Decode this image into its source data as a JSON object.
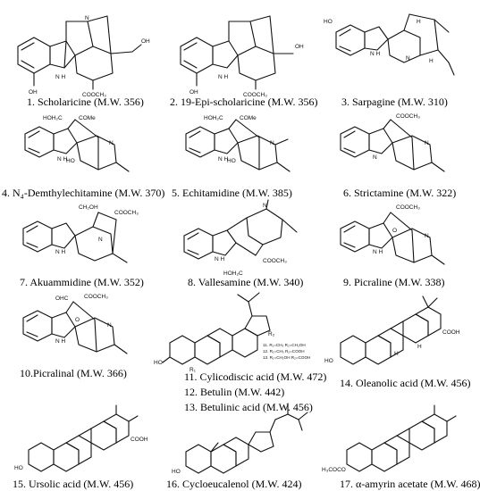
{
  "compounds": [
    {
      "id": "c1",
      "caption": "1. Scholaricine (M.W. 356)",
      "atoms": {
        "n": "N",
        "nh": "N\nH",
        "oh": "OH",
        "oh2": "OH",
        "est": "COOCH₃"
      }
    },
    {
      "id": "c2",
      "caption": "2. 19-Epi-scholaricine (M.W. 356)",
      "atoms": {
        "nh": "N\nH",
        "oh": "OH",
        "oh2": "OH",
        "est": "COOCH₃"
      }
    },
    {
      "id": "c3",
      "caption": "3. Sarpagine (M.W. 310)",
      "atoms": {
        "ho": "HO",
        "nh": "N\nH",
        "n": "N",
        "h": "H",
        "h2": "H"
      }
    },
    {
      "id": "c4",
      "caption": "4. N₄-Demthylechitamine (M.W. 370)",
      "atoms": {
        "hoh2c": "HOH₂C",
        "come": "COMe",
        "n": "N",
        "nh": "N\nH",
        "ho": "HO"
      }
    },
    {
      "id": "c5",
      "caption": "5. Echitamidine (M.W. 385)",
      "atoms": {
        "hoh2c": "HOH₂C",
        "come": "COMe",
        "n": "N",
        "nh": "N\nH",
        "ho": "HO"
      }
    },
    {
      "id": "c6",
      "caption": "6. Strictamine (M.W. 322)",
      "atoms": {
        "est": "COOCH₃",
        "n": "N",
        "n2": "N"
      }
    },
    {
      "id": "c7",
      "caption": "7. Akuammidine (M.W. 352)",
      "atoms": {
        "ch2oh": "CH₂OH",
        "est": "COOCH₃",
        "nh": "N\nH",
        "n": "N"
      }
    },
    {
      "id": "c8",
      "caption": "8. Vallesamine (M.W. 340)",
      "atoms": {
        "n": "N",
        "nh": "N\nH",
        "hoh2c": "HOH₂C",
        "est": "COOCH₃"
      }
    },
    {
      "id": "c9",
      "caption": "9. Picraline (M.W. 338)",
      "atoms": {
        "est": "COOCH₃",
        "n": "N",
        "nh": "N\nH",
        "o": "O"
      }
    },
    {
      "id": "c10",
      "caption": "10.Picralinal (M.W. 366)",
      "atoms": {
        "ohc": "OHC",
        "est": "COOCH₃",
        "n": "N",
        "nh": "N\nH",
        "o": "O"
      }
    },
    {
      "id": "c11",
      "caption": "11. Cylicodiscic acid (M.W. 472)",
      "atoms": {
        "ho": "HO",
        "r1": "R₁",
        "r2": "R₂"
      },
      "legend": [
        "11. R₁=CH₃  R₂=CH₂OH",
        "12. R₁=CH₃  R₂=COOH",
        "13. R₁=CH₂OH R₂=COOH"
      ]
    },
    {
      "id": "c12",
      "caption": "12. Betulin (M.W. 442)"
    },
    {
      "id": "c13",
      "caption": "13. Betulinic acid (M.W. 456)"
    },
    {
      "id": "c14",
      "caption": "14. Oleanolic acid (M.W. 456)",
      "atoms": {
        "cooh": "COOH",
        "ho": "HO",
        "h": "H",
        "h2": "H"
      }
    },
    {
      "id": "c15",
      "caption": "15. Ursolic acid (M.W. 456)",
      "atoms": {
        "cooh": "COOH",
        "ho": "HO"
      }
    },
    {
      "id": "c16",
      "caption": "16. Cycloeucalenol (M.W. 424)",
      "atoms": {
        "ho": "HO"
      }
    },
    {
      "id": "c17",
      "caption": "17. α-amyrin acetate (M.W. 468)",
      "atoms": {
        "ac": "H₃COCO"
      }
    }
  ]
}
